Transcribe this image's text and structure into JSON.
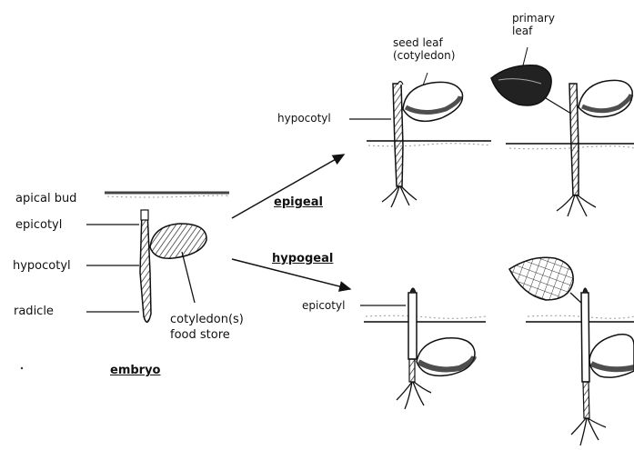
{
  "embryo": {
    "apical_bud": "apical bud",
    "epicotyl": "epicotyl",
    "hypocotyl": "hypocotyl",
    "radicle": "radicle",
    "cotyledon_line1": "cotyledon(s)",
    "cotyledon_line2": "food store",
    "title": "embryo"
  },
  "branches": {
    "epigeal": "epigeal",
    "hypogeal": "hypogeal"
  },
  "epigeal_stage1": {
    "seed_leaf_line1": "seed leaf",
    "seed_leaf_line2": "(cotyledon)",
    "hypocotyl": "hypocotyl"
  },
  "epigeal_stage2": {
    "primary_leaf_line1": "primary",
    "primary_leaf_line2": "leaf"
  },
  "hypogeal_stage1": {
    "epicotyl": "epicotyl"
  }
}
